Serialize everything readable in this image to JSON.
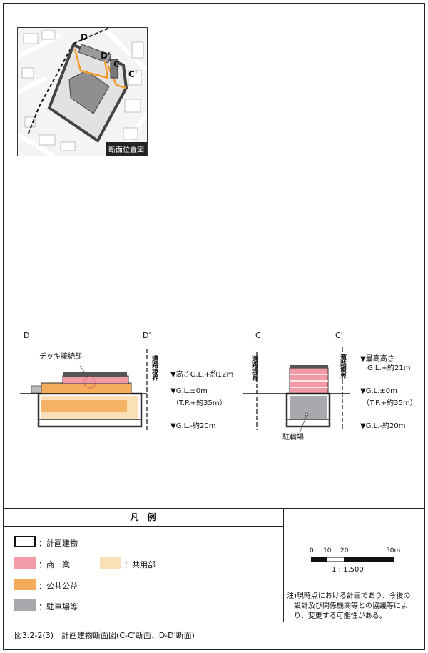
{
  "map": {
    "title": "断面位置図",
    "labels": {
      "d": "D",
      "d_prime": "D'",
      "c": "C",
      "c_prime": "C'"
    }
  },
  "section_dd": {
    "label_left": "D",
    "label_right": "D'",
    "callout": "デッキ接続部",
    "boundary": "道路境界",
    "height_label": "▼高さG.L.+約12m",
    "gl_label": "▼G.L.±0m",
    "tp_label": "（T.P.+約35m）",
    "depth_label": "▼G.L.-約20m"
  },
  "section_cc": {
    "label_left": "C",
    "label_right": "C'",
    "boundary_left": "道路境界",
    "boundary_right": "道路境界",
    "height_label_1": "▼最高高さ",
    "height_label_2": "G.L.+約21m",
    "gl_label": "▼G.L.±0m",
    "tp_label": "（T.P.+約35m）",
    "depth_label": "▼G.L.-約20m",
    "callout": "駐輪場"
  },
  "legend": {
    "title": "凡　例",
    "items": [
      {
        "label": "：計画建物",
        "color": "#ffffff",
        "outline": "#111111"
      },
      {
        "label": "：商　業",
        "color": "#f29aa6"
      },
      {
        "label": "：共用部",
        "color": "#fbdfb6"
      },
      {
        "label": "：公共公益",
        "color": "#f4ac5a"
      },
      {
        "label": "：駐車場等",
        "color": "#a9a9ad"
      }
    ]
  },
  "scale": {
    "ticks": [
      "0",
      "10",
      "20",
      "50m"
    ],
    "ratio": "1 : 1,500"
  },
  "note": "注)現時点における計画であり、今後の\n　設計及び関係機関等との協議等によ\n　り、変更する可能性がある。",
  "caption": "図3.2-2(3)　計画建物断面図(C-C'断面、D-D'断面)"
}
